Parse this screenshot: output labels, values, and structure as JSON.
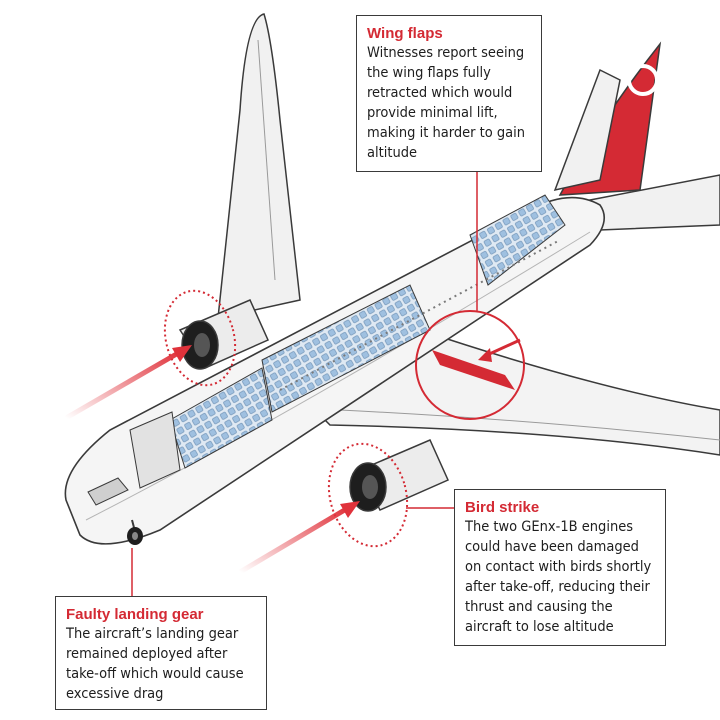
{
  "callouts": {
    "wing_flaps": {
      "title": "Wing flaps",
      "body": "Witnesses report seeing the wing flaps fully retracted which would provide minimal lift, making it harder to gain altitude"
    },
    "bird_strike": {
      "title": "Bird strike",
      "body": "The two GEnx-1B engines could have been damaged on contact with birds shortly after take-off, reducing their thrust and causing the aircraft to lose altitude"
    },
    "landing_gear": {
      "title": "Faulty landing gear",
      "body": "The aircraft’s landing gear remained deployed after take-off which would cause excessive drag"
    }
  },
  "colors": {
    "accent_red": "#d42a34",
    "seat_blue": "#a9c8e6",
    "fuselage": "#f4f4f4",
    "outline": "#3a3a3a"
  }
}
